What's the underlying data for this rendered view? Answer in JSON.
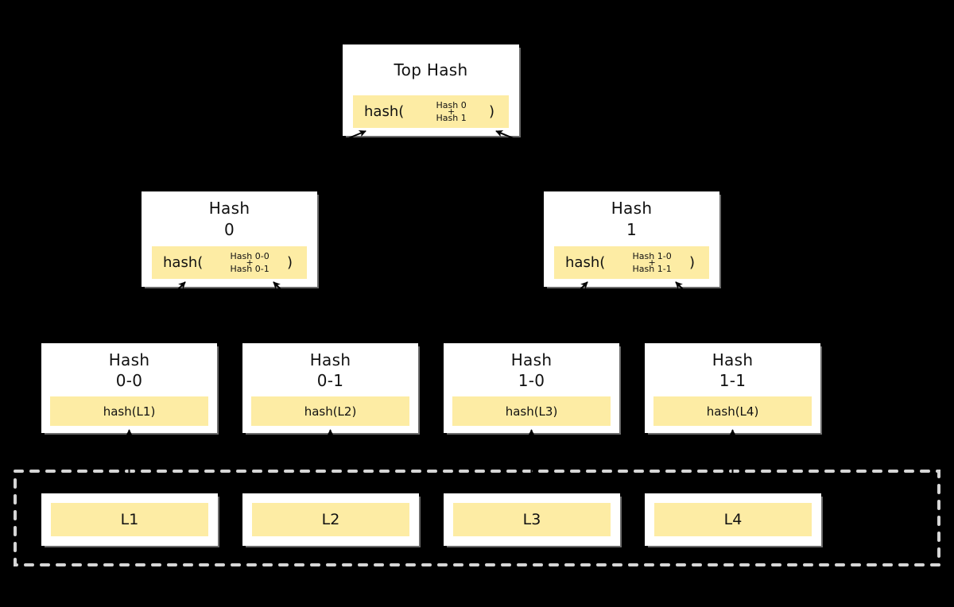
{
  "colors": {
    "background": "#000000",
    "node_fill": "#ffffff",
    "highlight_fill": "#fdeca4",
    "text": "#111111",
    "dashed_border": "#d6d6d6",
    "arrow": "#000000",
    "shadow": "#6b6b6b"
  },
  "tree": {
    "root": {
      "title": "Top Hash",
      "prefix": "hash(",
      "operand_top": "Hash 0",
      "operator": "+",
      "operand_bottom": "Hash 1",
      "suffix": ")"
    },
    "internal": [
      {
        "title_line1": "Hash",
        "title_line2": "0",
        "prefix": "hash(",
        "operand_top": "Hash 0-0",
        "operator": "+",
        "operand_bottom": "Hash 0-1",
        "suffix": ")"
      },
      {
        "title_line1": "Hash",
        "title_line2": "1",
        "prefix": "hash(",
        "operand_top": "Hash 1-0",
        "operator": "+",
        "operand_bottom": "Hash 1-1",
        "suffix": ")"
      }
    ],
    "leaves": [
      {
        "title_line1": "Hash",
        "title_line2": "0-0",
        "formula": "hash(L1)"
      },
      {
        "title_line1": "Hash",
        "title_line2": "0-1",
        "formula": "hash(L2)"
      },
      {
        "title_line1": "Hash",
        "title_line2": "1-0",
        "formula": "hash(L3)"
      },
      {
        "title_line1": "Hash",
        "title_line2": "1-1",
        "formula": "hash(L4)"
      }
    ],
    "data_blocks": [
      {
        "label": "L1"
      },
      {
        "label": "L2"
      },
      {
        "label": "L3"
      },
      {
        "label": "L4"
      }
    ]
  }
}
